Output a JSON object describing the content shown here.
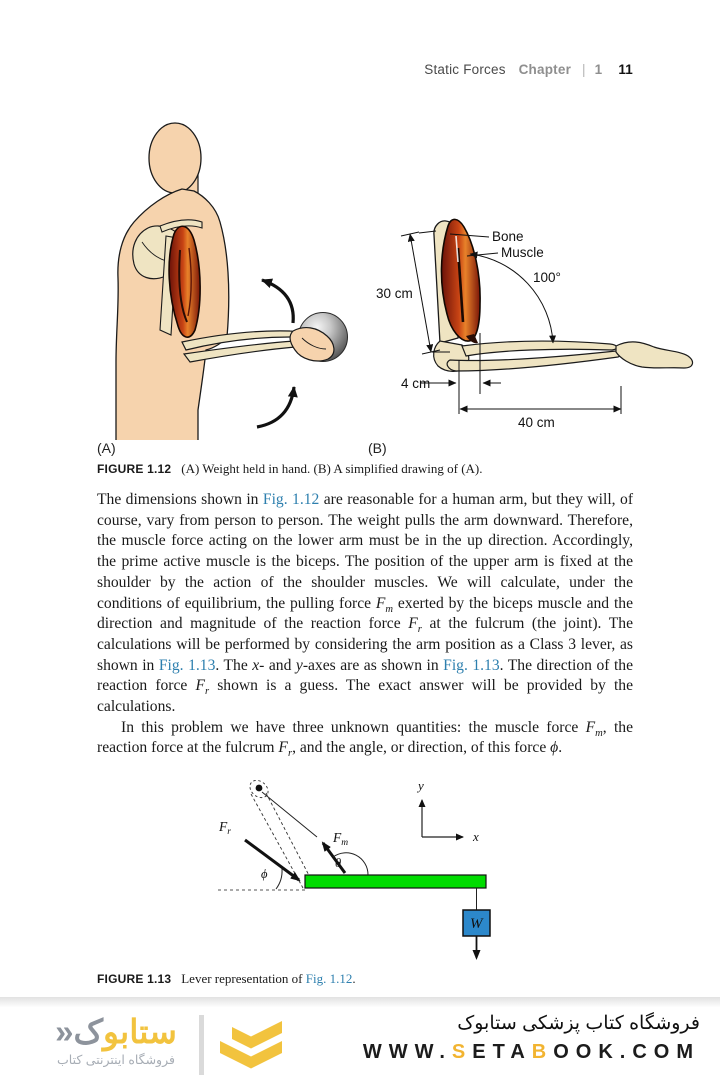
{
  "colors": {
    "figure_link_blue": "#2d7fae",
    "lever_green": "#00dc00",
    "weight_box_blue": "#2c88cb",
    "brand_yellow": "#f2c33e",
    "skin": "#f6d3ad",
    "bone": "#efe4c2",
    "muscle_red": "#b03010"
  },
  "header": {
    "section": "Static Forces",
    "chapter_word": "Chapter",
    "separator": "|",
    "chapter_number": "1",
    "page_number": "11"
  },
  "figure_1_12": {
    "panel_a_label": "(A)",
    "panel_b_label": "(B)",
    "caption_label": "FIGURE 1.12",
    "caption_text": "(A) Weight held in hand. (B) A simplified drawing of (A).",
    "annotations": {
      "bone": "Bone",
      "muscle": "Muscle",
      "elbow_angle": "100°",
      "upper_arm_length": "30 cm",
      "attachment_offset": "4 cm",
      "forearm_length": "40 cm"
    }
  },
  "body": {
    "paragraphs": [
      {
        "segments": [
          {
            "t": "t",
            "x": "The dimensions shown in "
          },
          {
            "t": "fig",
            "x": "Fig. 1.12"
          },
          {
            "t": "t",
            "x": " are reasonable for a human arm, but they will, of course, vary from person to person. The weight pulls the arm downward. Therefore, the muscle force acting on the lower arm must be in the up direction. Accordingly, the prime active muscle is the biceps. The position of the upper arm is fixed at the shoulder by the action of the shoulder muscles. We will calculate, under the conditions of equilibrium, the pulling force "
          },
          {
            "t": "m",
            "x": "F",
            "sub": "m"
          },
          {
            "t": "t",
            "x": " exerted by the biceps muscle and the direction and magnitude of the reaction force "
          },
          {
            "t": "m",
            "x": "F",
            "sub": "r"
          },
          {
            "t": "t",
            "x": " at the fulcrum (the joint). The calculations will be performed by considering the arm position as a Class 3 lever, as shown in "
          },
          {
            "t": "fig",
            "x": "Fig. 1.13"
          },
          {
            "t": "t",
            "x": ". The "
          },
          {
            "t": "m",
            "x": "x"
          },
          {
            "t": "t",
            "x": "- and "
          },
          {
            "t": "m",
            "x": "y"
          },
          {
            "t": "t",
            "x": "-axes are as shown in "
          },
          {
            "t": "fig",
            "x": "Fig. 1.13"
          },
          {
            "t": "t",
            "x": ". The direction of the reaction force "
          },
          {
            "t": "m",
            "x": "F",
            "sub": "r"
          },
          {
            "t": "t",
            "x": " shown is a guess. The exact answer will be provided by the calculations."
          }
        ]
      },
      {
        "segments": [
          {
            "t": "t",
            "x": "In this problem we have three unknown quantities: the muscle force "
          },
          {
            "t": "m",
            "x": "F",
            "sub": "m"
          },
          {
            "t": "t",
            "x": ", the reaction force at the fulcrum "
          },
          {
            "t": "m",
            "x": "F",
            "sub": "r"
          },
          {
            "t": "t",
            "x": ", and the angle, or direction, of this force "
          },
          {
            "t": "m",
            "x": "ϕ"
          },
          {
            "t": "t",
            "x": "."
          }
        ]
      }
    ]
  },
  "figure_1_13": {
    "caption_label": "FIGURE 1.13",
    "caption_segments": [
      {
        "t": "t",
        "x": "Lever representation of "
      },
      {
        "t": "fig",
        "x": "Fig. 1.12"
      },
      {
        "t": "t",
        "x": "."
      }
    ],
    "labels": {
      "force_symbol": "F",
      "muscle_sub": "m",
      "reaction_sub": "r",
      "theta": "θ",
      "phi": "ϕ",
      "weight": "W",
      "axis_x": "x",
      "axis_y": "y"
    }
  },
  "footer": {
    "logo_text_main": "ستابو",
    "logo_text_tail": "ک",
    "logo_chevron": "«",
    "logo_subtitle": "فروشگاه اینترنتی کتاب",
    "store_title": "فروشگاه کتاب پزشکی ستابوک",
    "url": {
      "p1": "WWW.",
      "p2": "S",
      "p3": "ETA",
      "p4": "B",
      "p5": "OOK.COM"
    }
  }
}
